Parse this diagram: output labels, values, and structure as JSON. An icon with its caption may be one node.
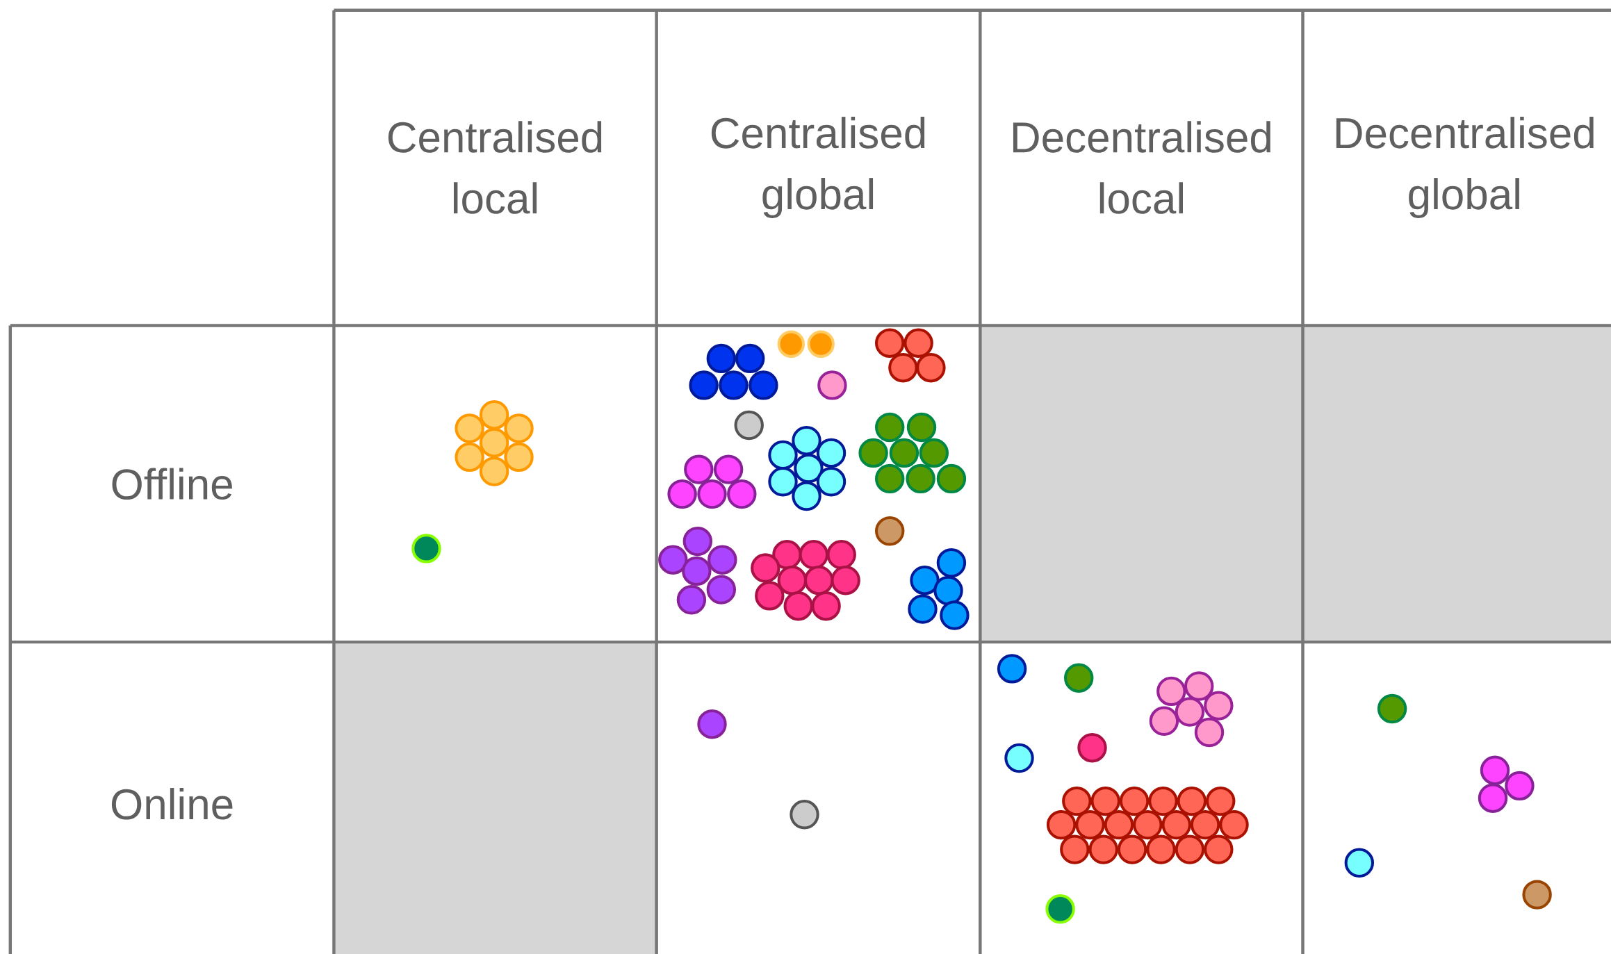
{
  "diagram": {
    "labels": [
      "Centralised local",
      "Centralised global",
      "Decentralised local",
      "Decentralised global",
      "Offline",
      "Online"
    ]
  }
}
